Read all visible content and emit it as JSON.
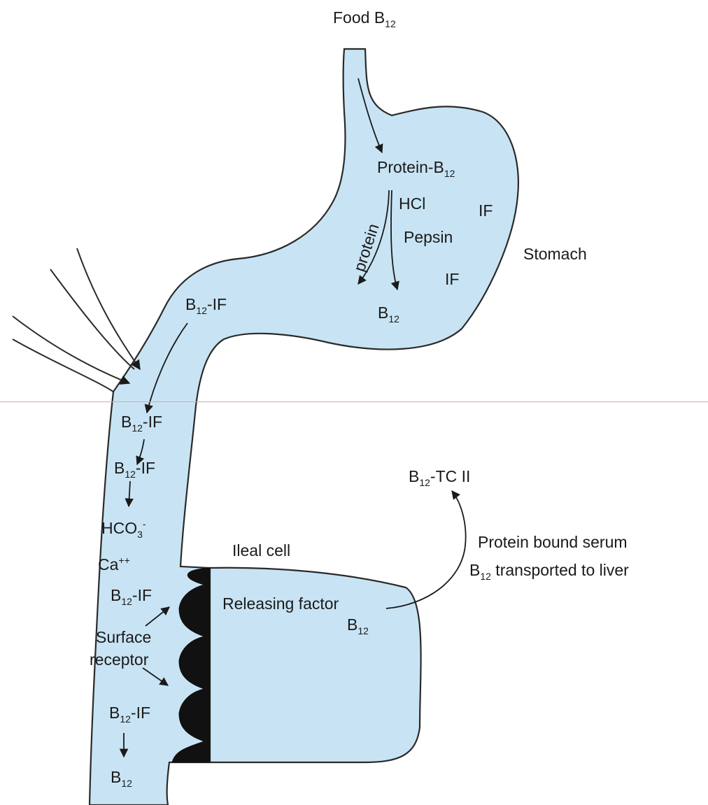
{
  "diagram": {
    "colors": {
      "fluid": "#c8e4f4",
      "stroke": "#2a2a2a",
      "villi": "#111111",
      "divider": "#e8a0a0"
    },
    "labels": {
      "food": {
        "text": "Food B",
        "sub": "12"
      },
      "protein_b12": {
        "text": "Protein-B",
        "sub": "12"
      },
      "hcl": "HCl",
      "if_upper": "IF",
      "pepsin": "Pepsin",
      "if_lower": "IF",
      "protein_rotated": "protein",
      "stomach": "Stomach",
      "b12_stomach": {
        "pre": "B",
        "sub": "12"
      },
      "b12_if_stomach": {
        "pre": "B",
        "sub": "12",
        "post": "-IF"
      },
      "b12_if_duo_1": {
        "pre": "B",
        "sub": "12",
        "post": "-IF"
      },
      "b12_if_duo_2": {
        "pre": "B",
        "sub": "12",
        "post": "-IF"
      },
      "hco3": {
        "pre": "HCO",
        "sub": "3",
        "sup": "-"
      },
      "ca": {
        "pre": "Ca",
        "sup": "++"
      },
      "b12_if_ileum_1": {
        "pre": "B",
        "sub": "12",
        "post": "-IF"
      },
      "surface": "Surface",
      "receptor": "receptor",
      "b12_if_ileum_2": {
        "pre": "B",
        "sub": "12",
        "post": "-IF"
      },
      "b12_bottom": {
        "pre": "B",
        "sub": "12"
      },
      "ileal_cell": "Ileal cell",
      "releasing_factor": "Releasing factor",
      "b12_cell": {
        "pre": "B",
        "sub": "12"
      },
      "b12_tc": {
        "pre": "B",
        "sub": "12",
        "post": "-TC II"
      },
      "serum_line1": "Protein bound serum",
      "serum_line2": {
        "pre": "B",
        "sub": "12",
        "post": " transported to liver"
      }
    }
  }
}
